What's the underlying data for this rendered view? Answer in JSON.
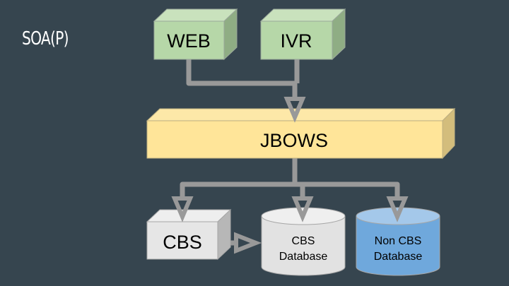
{
  "slide": {
    "title": "SOA(P)"
  },
  "diagram": {
    "nodes": {
      "web": {
        "label": "WEB",
        "shape": "cube",
        "color": "#b6d7a8"
      },
      "ivr": {
        "label": "IVR",
        "shape": "cube",
        "color": "#b6d7a8"
      },
      "jbows": {
        "label": "JBOWS",
        "shape": "cube",
        "color": "#ffe599"
      },
      "cbs": {
        "label": "CBS",
        "shape": "cube",
        "color": "#e6e6e6"
      },
      "cbs_db": {
        "label_line1": "CBS",
        "label_line2": "Database",
        "shape": "cylinder",
        "color": "#e2e2e2"
      },
      "non_cbs_db": {
        "label_line1": "Non CBS",
        "label_line2": "Database",
        "shape": "cylinder",
        "color": "#6fa8dc"
      }
    },
    "edges": [
      {
        "from": "web",
        "to": "jbows"
      },
      {
        "from": "ivr",
        "to": "jbows"
      },
      {
        "from": "jbows",
        "to": "cbs"
      },
      {
        "from": "jbows",
        "to": "cbs_db"
      },
      {
        "from": "jbows",
        "to": "non_cbs_db"
      },
      {
        "from": "cbs",
        "to": "cbs_db"
      }
    ]
  }
}
